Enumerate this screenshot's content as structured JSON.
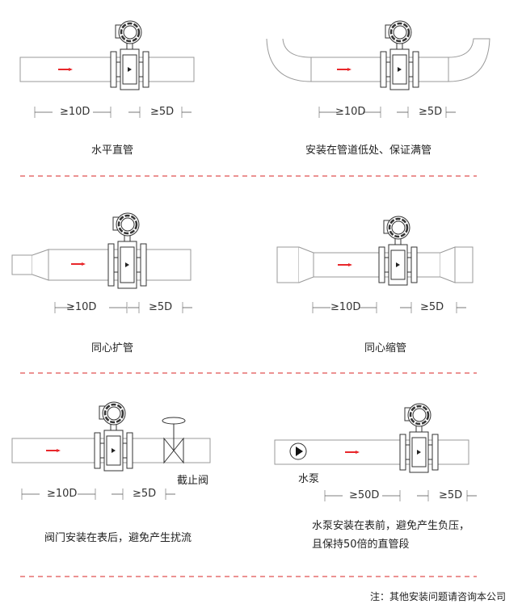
{
  "panels": [
    {
      "caption": "水平直管",
      "upstream": "≥10D",
      "downstream": "≥5D"
    },
    {
      "caption": "安装在管道低处、保证满管",
      "upstream": "≥10D",
      "downstream": "≥5D"
    },
    {
      "caption": "同心扩管",
      "upstream": "≥10D",
      "downstream": "≥5D"
    },
    {
      "caption": "同心缩管",
      "upstream": "≥10D",
      "downstream": "≥5D"
    },
    {
      "caption": "阀门安装在表后，避免产生扰流",
      "upstream": "≥10D",
      "downstream": "≥5D",
      "valve_label": "截止阀"
    },
    {
      "caption_line1": "水泵安装在表前，避免产生负压，",
      "caption_line2": "且保持50倍的直管段",
      "upstream": "≥50D",
      "downstream": "≥5D",
      "pump_label": "水泵"
    }
  ],
  "note": "注：其他安装问题请咨询本公司",
  "colors": {
    "flow_arrow": "#e8272b",
    "divider": "#e05050",
    "line": "#333333",
    "pipe": "#999999"
  }
}
